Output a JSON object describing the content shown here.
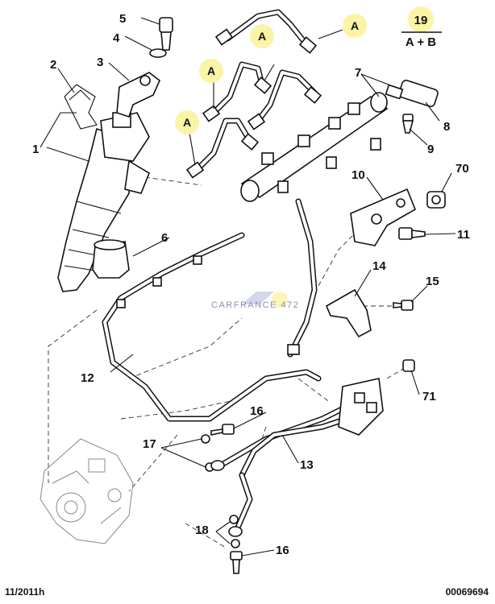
{
  "diagram": {
    "callouts": {
      "c1": "1",
      "c2": "2",
      "c3": "3",
      "c4": "4",
      "c5": "5",
      "c6": "6",
      "c7": "7",
      "c8": "8",
      "c9": "9",
      "c10": "10",
      "c11": "11",
      "c12": "12",
      "c13": "13",
      "c14": "14",
      "c15": "15",
      "c16a": "16",
      "c16b": "16",
      "c17": "17",
      "c18": "18",
      "c19": "19",
      "c70": "70",
      "c71": "71"
    },
    "letter_marker": "A",
    "kit": {
      "number": "19",
      "label": "A + B"
    },
    "watermark": "CARFRANCE 472"
  },
  "footer": {
    "date": "11/2011h",
    "reference": "00069694"
  }
}
